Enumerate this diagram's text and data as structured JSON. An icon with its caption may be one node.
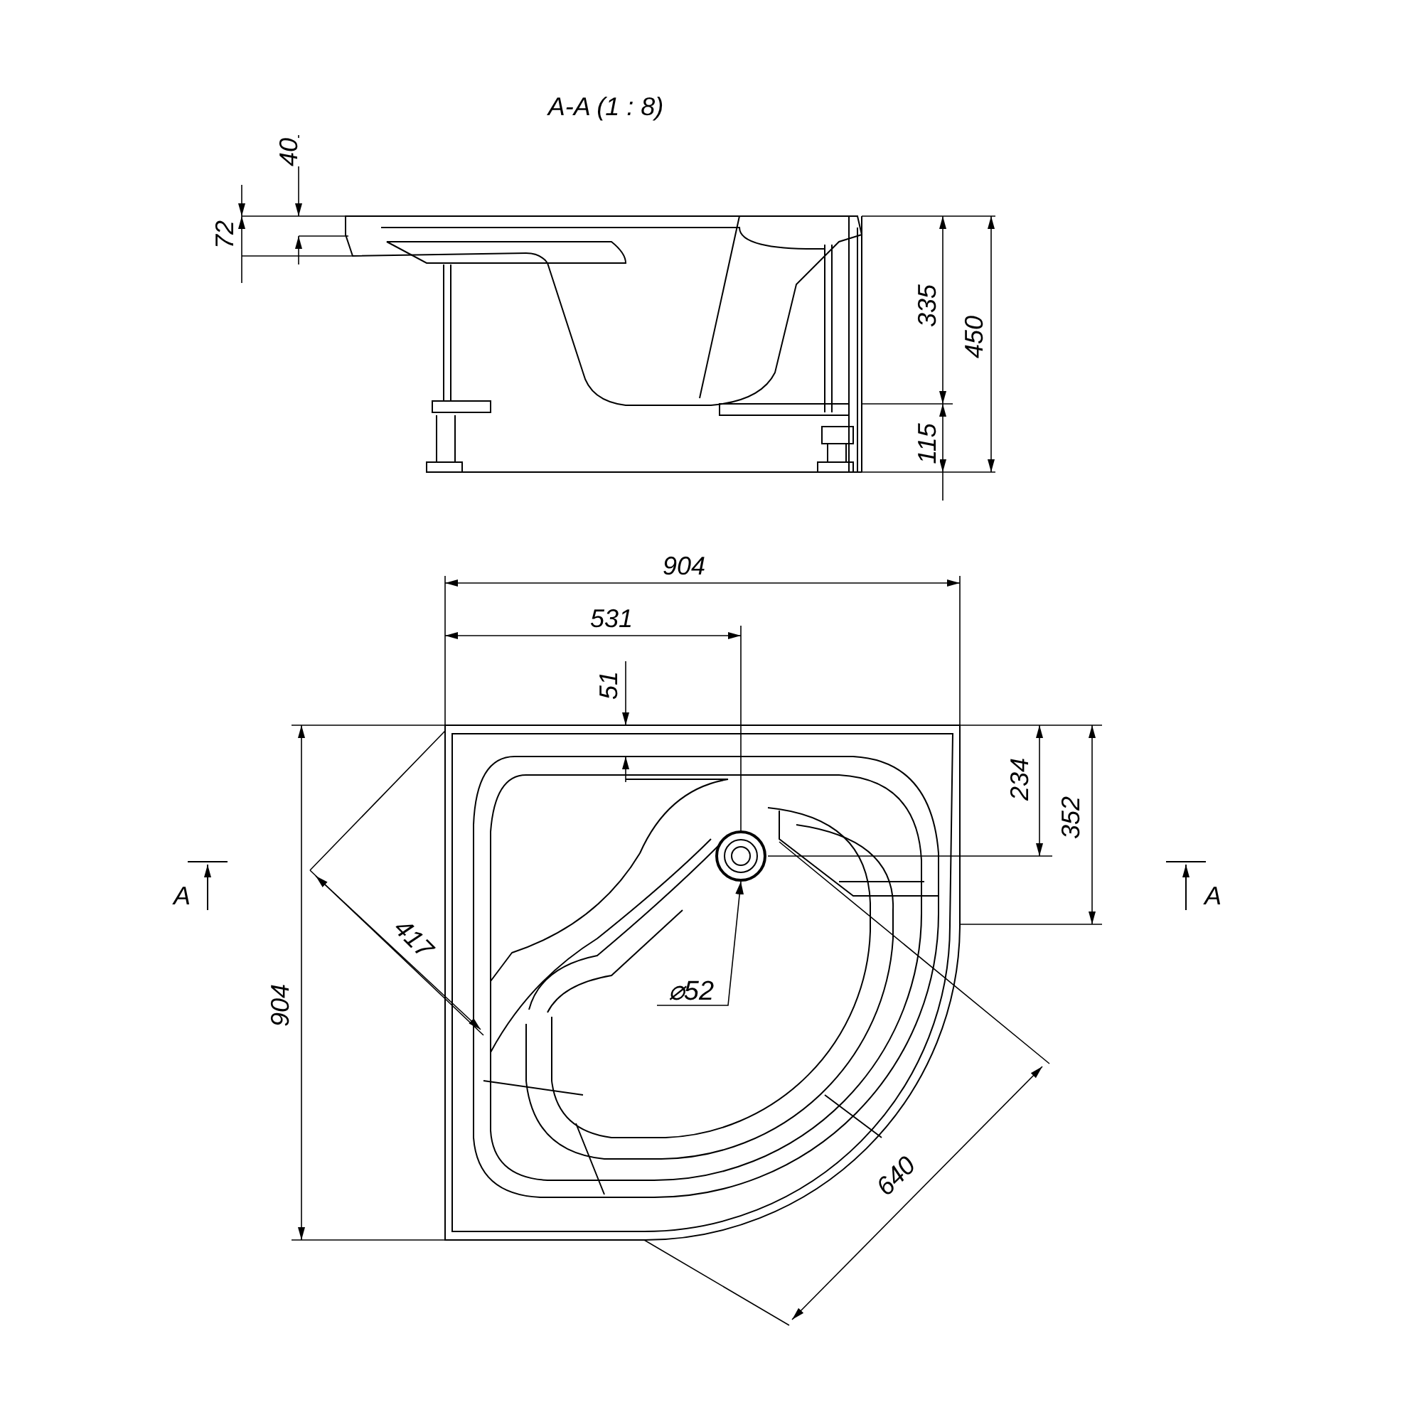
{
  "diagram": {
    "nodes": [
      {
        "text": [
          "⌀52"
        ]
      },
      {
        "text": [],
        "shape": "circle"
      }
    ],
    "edges": [
      {
        "from": 0,
        "to": 1,
        "arrow": "to"
      }
    ],
    "labels": [
      "A-A (1 : 8)",
      "40",
      "72",
      "335",
      "450",
      "115",
      "904",
      "531",
      "51",
      "234",
      "352",
      "A",
      "A",
      "417",
      "904",
      "640"
    ]
  }
}
